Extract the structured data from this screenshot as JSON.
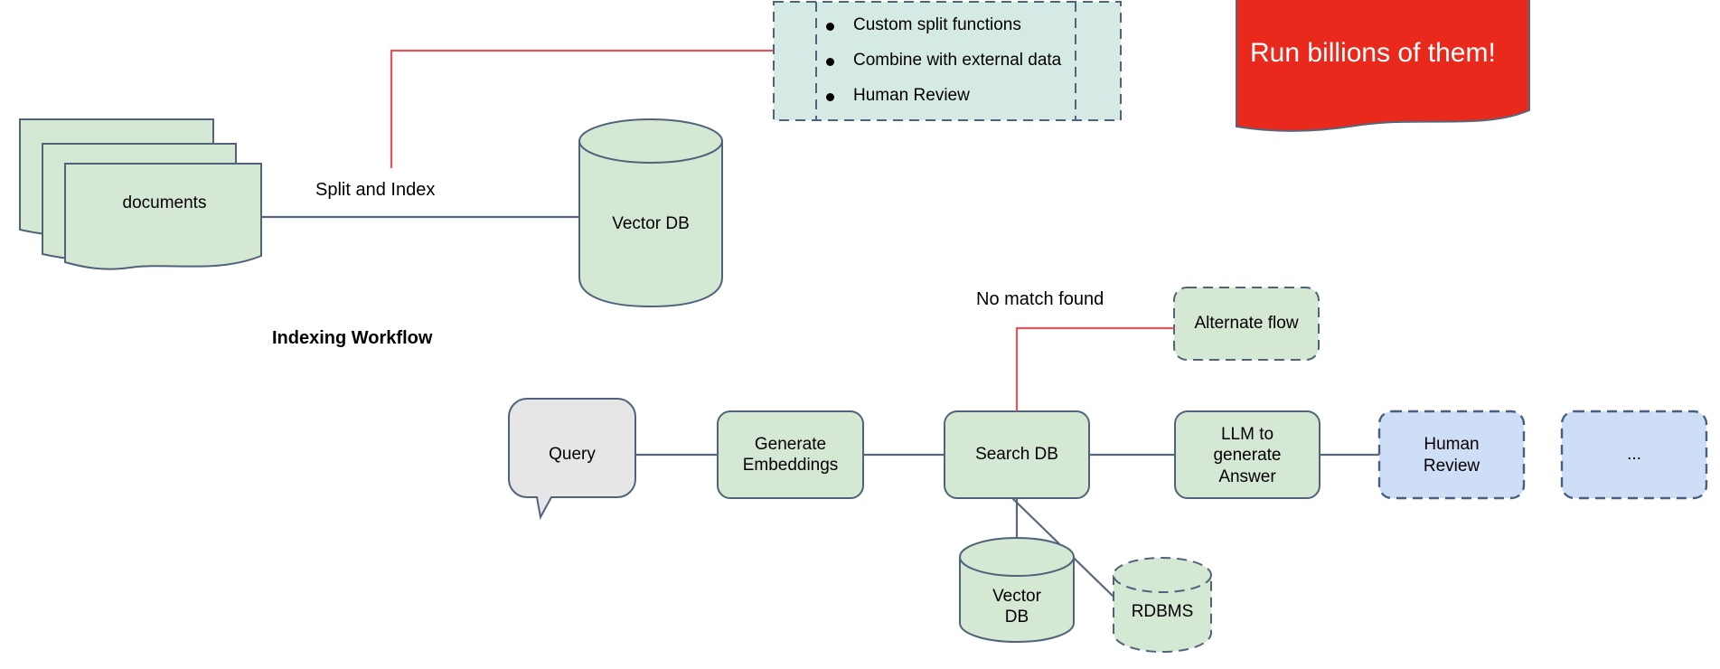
{
  "diagram": {
    "title_indexing": "Indexing Workflow",
    "colors": {
      "green_fill": "#d5e8d4",
      "green_stroke": "#50637a",
      "mint_fill": "#d5eae4",
      "blue_fill": "#cfdef7",
      "blue_stroke": "#46607e",
      "grey_fill": "#e6e6e6",
      "red_banner": "#e8291c",
      "red_edge": "#e05561",
      "edge_stroke": "#58657a"
    },
    "indexing": {
      "documents": {
        "label": "documents"
      },
      "split_and_index": {
        "label": "Split and Index"
      },
      "vector_db": {
        "label": "Vector DB"
      },
      "note": {
        "items": [
          "Custom split functions",
          "Combine with external data",
          "Human Review"
        ]
      },
      "banner": {
        "label": "Run billions of them!"
      }
    },
    "query": {
      "query": {
        "label": "Query"
      },
      "generate_embeddings": {
        "label": "Generate\nEmbeddings",
        "line1": "Generate",
        "line2": "Embeddings"
      },
      "search_db": {
        "label": "Search DB"
      },
      "llm": {
        "line1": "LLM to",
        "line2": "generate",
        "line3": "Answer"
      },
      "human_review": {
        "line1": "Human",
        "line2": "Review"
      },
      "more": {
        "label": "..."
      },
      "no_match_found": {
        "label": "No match found"
      },
      "alternate_flow": {
        "label": "Alternate flow"
      },
      "vector_db": {
        "line1": "Vector",
        "line2": "DB"
      },
      "rdbms": {
        "label": "RDBMS"
      }
    }
  }
}
